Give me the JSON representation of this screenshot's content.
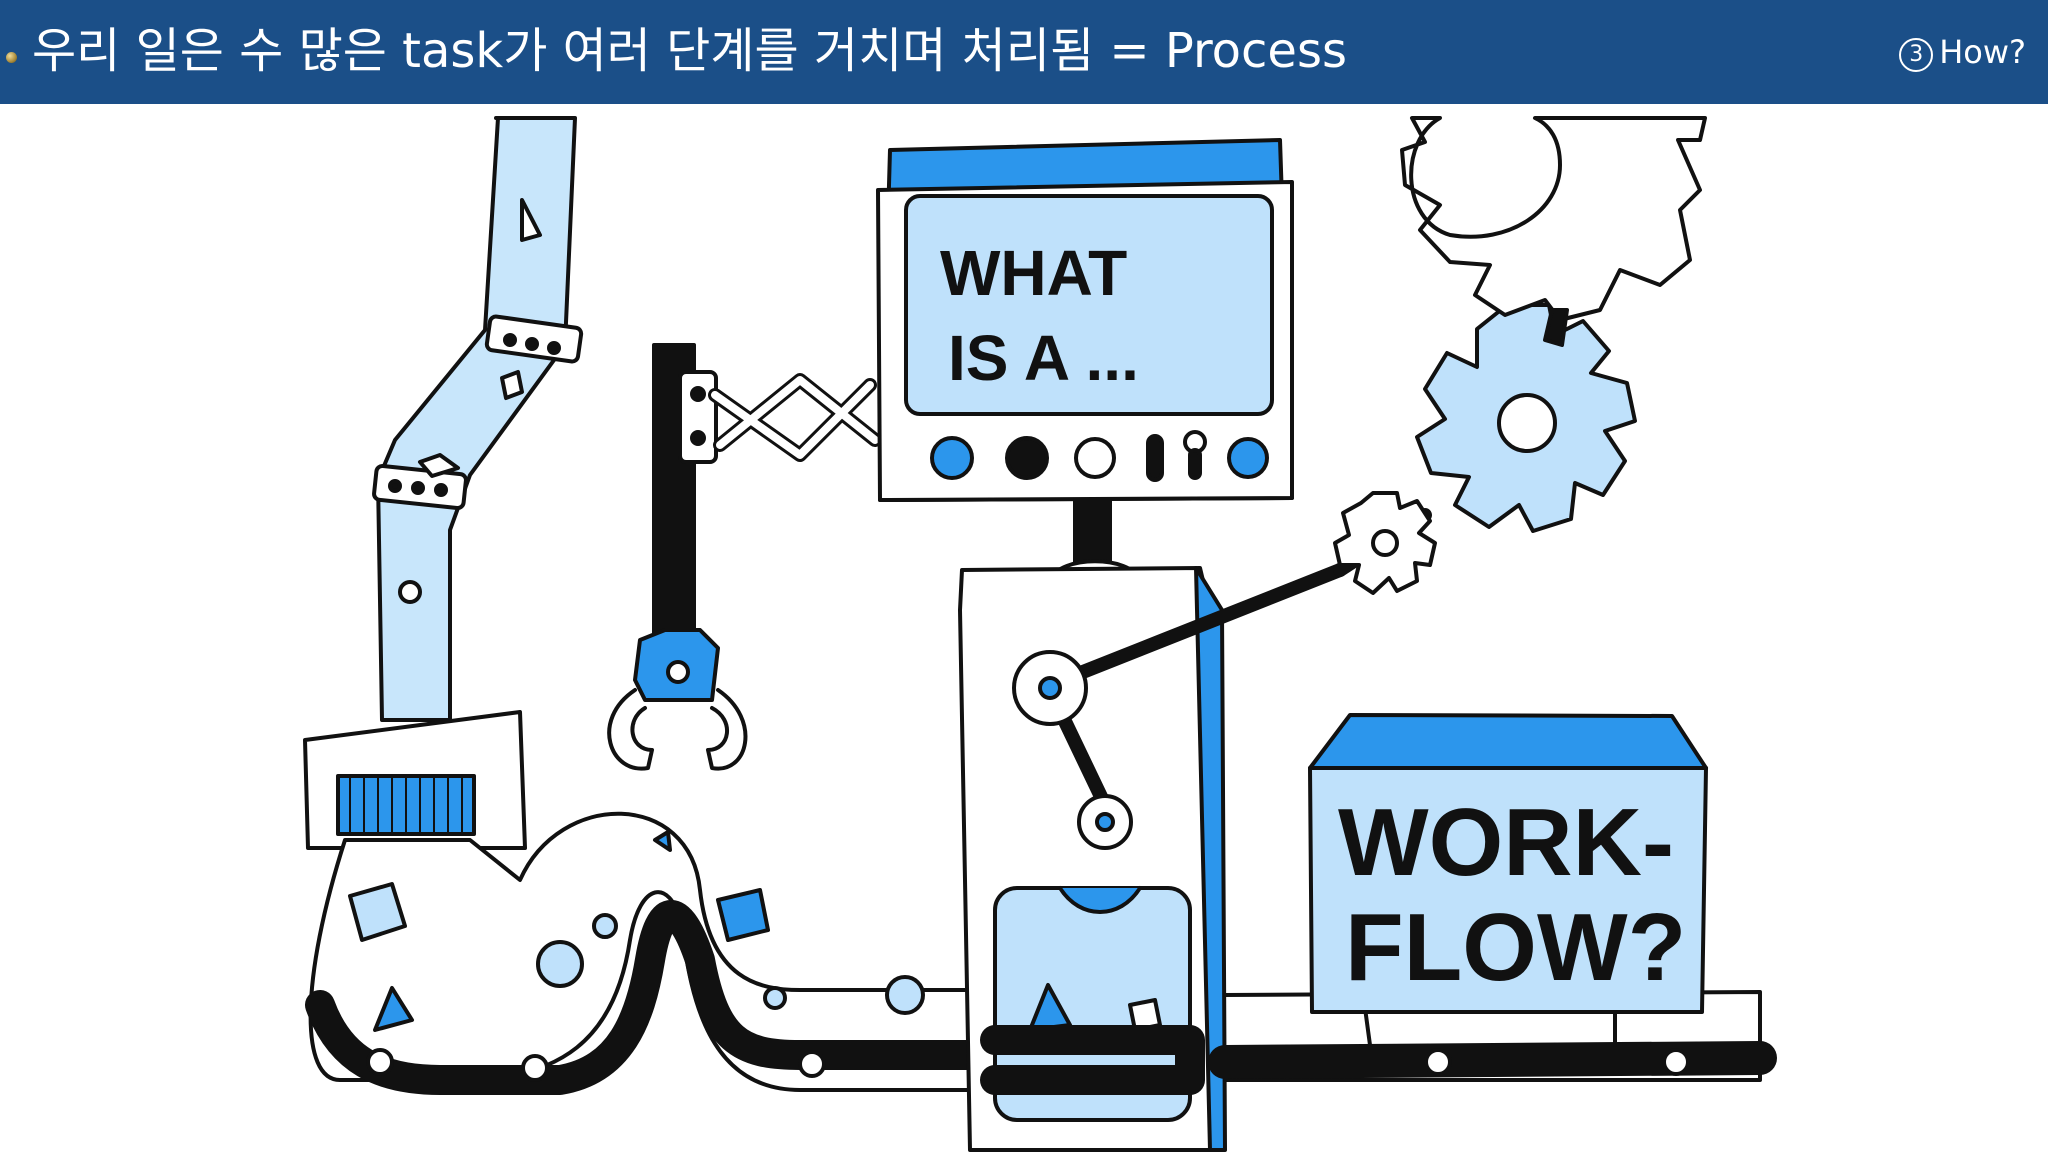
{
  "slide": {
    "title": "우리 일은 수 많은 task가 여러 단계를 거치며 처리됨 = Process",
    "nav_number": "3",
    "nav_label": "How?"
  },
  "illustration": {
    "screen_line1": "WHAT",
    "screen_line2": "IS A ...",
    "box_line1": "WORK-",
    "box_line2": "FLOW?"
  },
  "colors": {
    "header": "#1b4f88",
    "accent_blue": "#2c96ec",
    "light_blue": "#bfe1fb",
    "ink": "#111111"
  }
}
